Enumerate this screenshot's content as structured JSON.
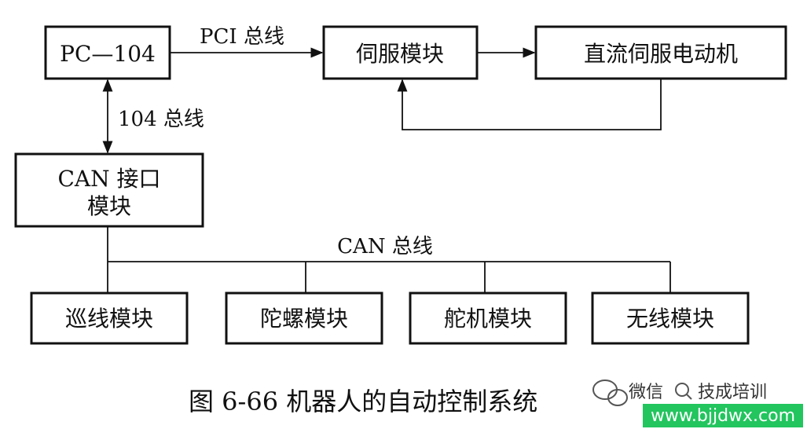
{
  "nodes": {
    "pc104": "PC—104",
    "servo_module": "伺服模块",
    "dc_servo_motor": "直流伺服电动机",
    "can_interface_line1": "CAN 接口",
    "can_interface_line2": "模块",
    "line_module": "巡线模块",
    "snail_module": "陀螺模块",
    "rudder_module": "舵机模块",
    "wireless_module": "无线模块"
  },
  "edges": {
    "pci_bus": "PCI 总线",
    "bus_104": "104 总线",
    "can_bus": "CAN 总线"
  },
  "caption": "图 6-66   机器人的自动控制系统",
  "watermark": {
    "wechat": "微信",
    "name": "技成培训",
    "url": "www.bjjdwx.com"
  },
  "colors": {
    "stroke": "#111111",
    "watermark_bg": "#22c55e"
  }
}
